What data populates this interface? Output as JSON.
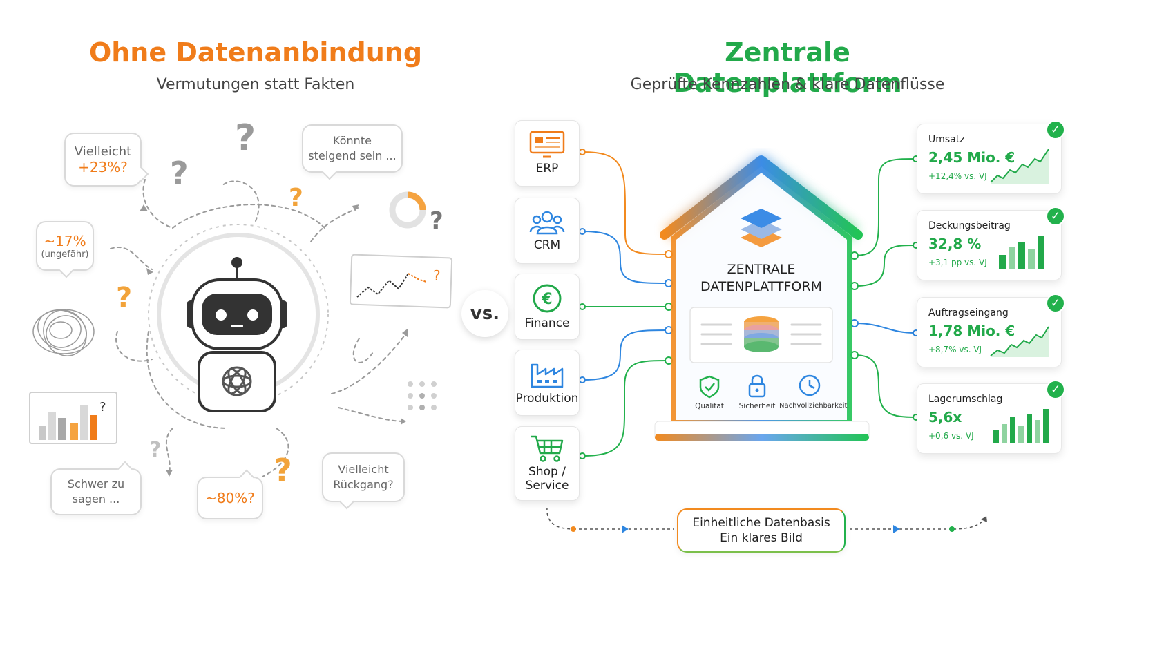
{
  "left": {
    "title": "Ohne Datenanbindung",
    "subtitle": "Vermutungen statt Fakten",
    "bubbles": {
      "vielleicht_line1": "Vielleicht",
      "vielleicht_line2": "+23%?",
      "koennte_line1": "Könnte",
      "koennte_line2": "steigend sein ...",
      "pct17_line1": "~17%",
      "pct17_line2": "(ungefähr)",
      "schwer_line1": "Schwer zu",
      "schwer_line2": "sagen ...",
      "pct80": "~80%?",
      "rueckgang_line1": "Vielleicht",
      "rueckgang_line2": "Rückgang?"
    },
    "question_mark": "?"
  },
  "vs_label": "vs.",
  "right": {
    "title": "Zentrale Datenplattform",
    "subtitle": "Geprüfte Kennzahlen & klare Datenflüsse",
    "sources": [
      {
        "label": "ERP"
      },
      {
        "label": "CRM"
      },
      {
        "label": "Finance"
      },
      {
        "label": "Produktion"
      },
      {
        "label_line1": "Shop /",
        "label_line2": "Service"
      }
    ],
    "platform": {
      "line1": "ZENTRALE",
      "line2": "DATENPLATTFORM",
      "features": [
        "Qualität",
        "Sicherheit",
        "Nachvollziehbarkeit"
      ]
    },
    "kpis": [
      {
        "label": "Umsatz",
        "value": "2,45 Mio. €",
        "change": "+12,4% vs. VJ"
      },
      {
        "label": "Deckungsbeitrag",
        "value": "32,8 %",
        "change": "+3,1 pp vs. VJ"
      },
      {
        "label": "Auftragseingang",
        "value": "1,78 Mio. €",
        "change": "+8,7% vs. VJ"
      },
      {
        "label": "Lagerumschlag",
        "value": "5,6x",
        "change": "+0,6 vs. VJ"
      }
    ],
    "footer_line1": "Einheitliche Datenbasis",
    "footer_line2": "Ein klares Bild"
  },
  "colors": {
    "orange": "#f07c1a",
    "green": "#22a94a",
    "blue": "#2e86e0",
    "gray": "#9a9a9a"
  }
}
